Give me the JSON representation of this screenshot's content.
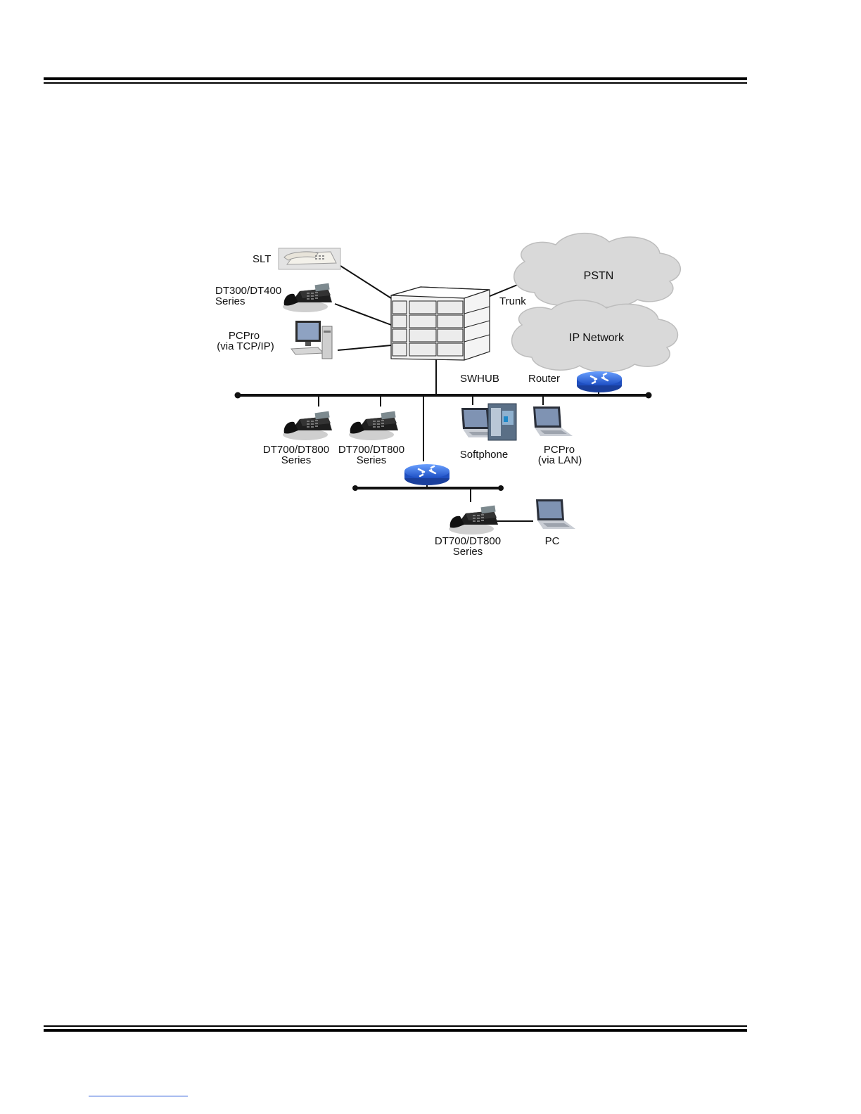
{
  "diagram": {
    "labels": {
      "slt": "SLT",
      "dt300": [
        "DT300/DT400",
        "Series"
      ],
      "pcpro_tcp": [
        "PCPro",
        "(via TCP/IP)"
      ],
      "trunk": "Trunk",
      "pstn": "PSTN",
      "ip_network": "IP Network",
      "swhub": "SWHUB",
      "router": "Router",
      "dt700_a": [
        "DT700/DT800",
        "Series"
      ],
      "dt700_b": [
        "DT700/DT800",
        "Series"
      ],
      "softphone": "Softphone",
      "pcpro_lan": [
        "PCPro",
        "(via LAN)"
      ],
      "dt700_c": [
        "DT700/DT800",
        "Series"
      ],
      "pc": "PC"
    }
  },
  "colors": {
    "router_blue": "#2f6fe0",
    "cloud_fill": "#d9d9d9",
    "footer_link": "#1a4fd6"
  }
}
